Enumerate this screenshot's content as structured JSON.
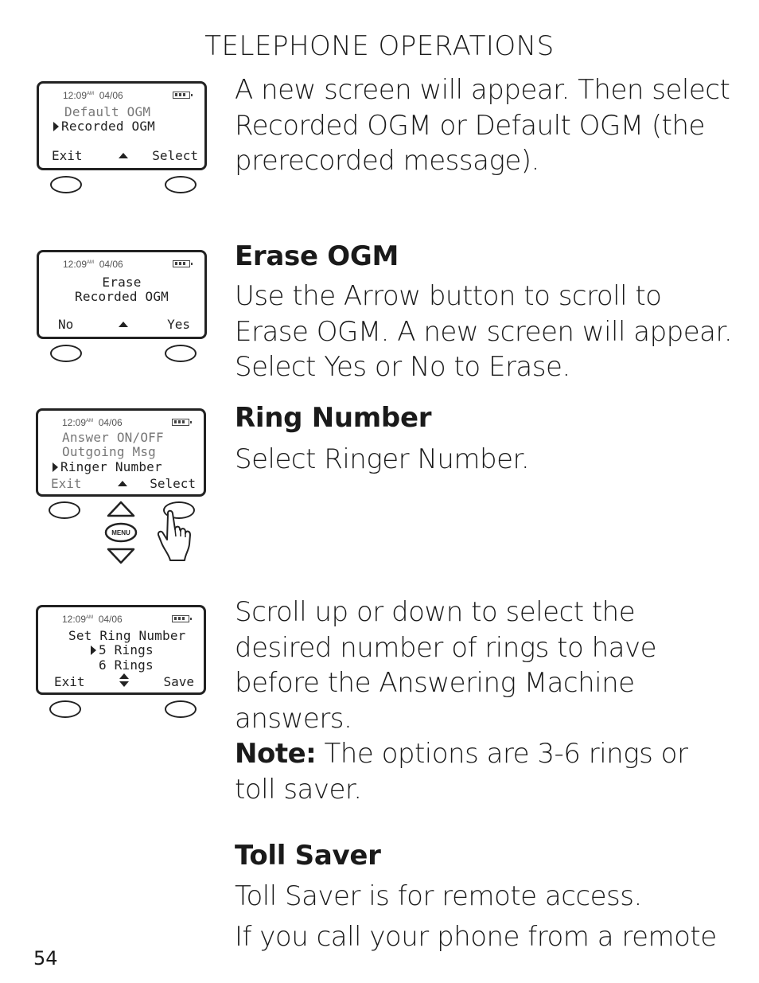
{
  "header": "TELEPHONE OPERATIONS",
  "page_number": "54",
  "section1": {
    "text": "A new screen will appear. Then select Recorded OGM or Default OGM (the prerecorded message).",
    "lcd": {
      "time": "12:09",
      "ampm": "AM",
      "date": "04/06",
      "line1": "Default OGM",
      "line2": "Recorded OGM",
      "left": "Exit",
      "right": "Select"
    }
  },
  "section2": {
    "heading": "Erase OGM",
    "text": "Use the Arrow button to scroll to Erase OGM. A new screen will appear.  Select Yes or No to Erase.",
    "lcd": {
      "time": "12:09",
      "ampm": "AM",
      "date": "04/06",
      "line1": "Erase",
      "line2": "Recorded OGM",
      "left": "No",
      "right": "Yes"
    }
  },
  "section3": {
    "heading": "Ring Number",
    "text": "Select Ringer Number.",
    "lcd": {
      "time": "12:09",
      "ampm": "AM",
      "date": "04/06",
      "line1": "Answer ON/OFF",
      "line2": "Outgoing Msg",
      "line3": "Ringer Number",
      "left": "Exit",
      "right": "Select"
    },
    "menu_label": "MENU"
  },
  "section4": {
    "text": "Scroll up or down to select the desired number of rings to have before the Answering Machine answers.",
    "note_label": "Note:",
    "note_text": " The options are 3-6 rings or toll saver.",
    "lcd": {
      "time": "12:09",
      "ampm": "AM",
      "date": "04/06",
      "line1": "Set Ring Number",
      "line2": "5 Rings",
      "line3": "6 Rings",
      "left": "Exit",
      "right": "Save"
    }
  },
  "section5": {
    "heading": "Toll Saver",
    "text1": "Toll Saver is for remote access.",
    "text2": "If you call your phone from a remote"
  }
}
